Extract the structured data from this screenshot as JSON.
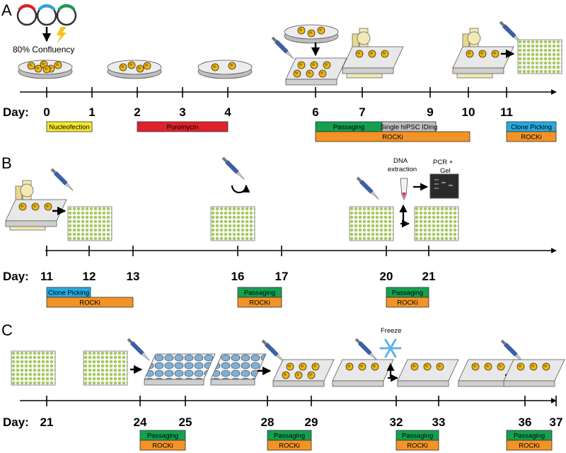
{
  "panels": [
    {
      "letter": "A",
      "day_label": "Day:",
      "ticks": [
        "0",
        "1",
        "2",
        "3",
        "4",
        "6",
        "7",
        "9",
        "10",
        "11"
      ],
      "annotations": [
        "80% Confluency"
      ],
      "bars": [
        {
          "label": "Nucleofection",
          "color": "#f5e92a"
        },
        {
          "label": "Puromycin",
          "color": "#e0202a"
        },
        {
          "label": "Passaging",
          "color": "#15a050"
        },
        {
          "label": "Single hiPSC IDing",
          "color": "#bdbdbd"
        },
        {
          "label": "ROCKi",
          "color": "#f39325"
        },
        {
          "label": "Clone Picking",
          "color": "#27aae1"
        },
        {
          "label": "ROCKi",
          "color": "#f39325"
        }
      ]
    },
    {
      "letter": "B",
      "day_label": "Day:",
      "ticks": [
        "11",
        "12",
        "13",
        "16",
        "17",
        "20",
        "21"
      ],
      "annotations": [
        "DNA",
        "extraction",
        "PCR +",
        "Gel"
      ],
      "bars": [
        {
          "label": "Clone Picking",
          "color": "#27aae1"
        },
        {
          "label": "ROCKi",
          "color": "#f39325"
        },
        {
          "label": "Passaging",
          "color": "#15a050"
        },
        {
          "label": "ROCKi",
          "color": "#f39325"
        },
        {
          "label": "Passaging",
          "color": "#15a050"
        },
        {
          "label": "ROCKi",
          "color": "#f39325"
        }
      ]
    },
    {
      "letter": "C",
      "day_label": "Day:",
      "ticks": [
        "21",
        "24",
        "25",
        "28",
        "29",
        "32",
        "33",
        "36",
        "37"
      ],
      "annotations": [
        "Freeze"
      ],
      "bars": [
        {
          "label": "Passaging",
          "color": "#15a050"
        },
        {
          "label": "ROCKi",
          "color": "#f39325"
        },
        {
          "label": "Passaging",
          "color": "#15a050"
        },
        {
          "label": "ROCKi",
          "color": "#f39325"
        },
        {
          "label": "Passaging",
          "color": "#15a050"
        },
        {
          "label": "ROCKi",
          "color": "#f39325"
        },
        {
          "label": "Passaging",
          "color": "#15a050"
        },
        {
          "label": "ROCKi",
          "color": "#f39325"
        }
      ]
    }
  ],
  "colors": {
    "axis": "#000000",
    "dish": "#d9d9d9",
    "colony": "#f2b705",
    "plate_well": "#a6c863",
    "microscope": "#f3e9b5",
    "pipette": "#3b5ea8"
  }
}
